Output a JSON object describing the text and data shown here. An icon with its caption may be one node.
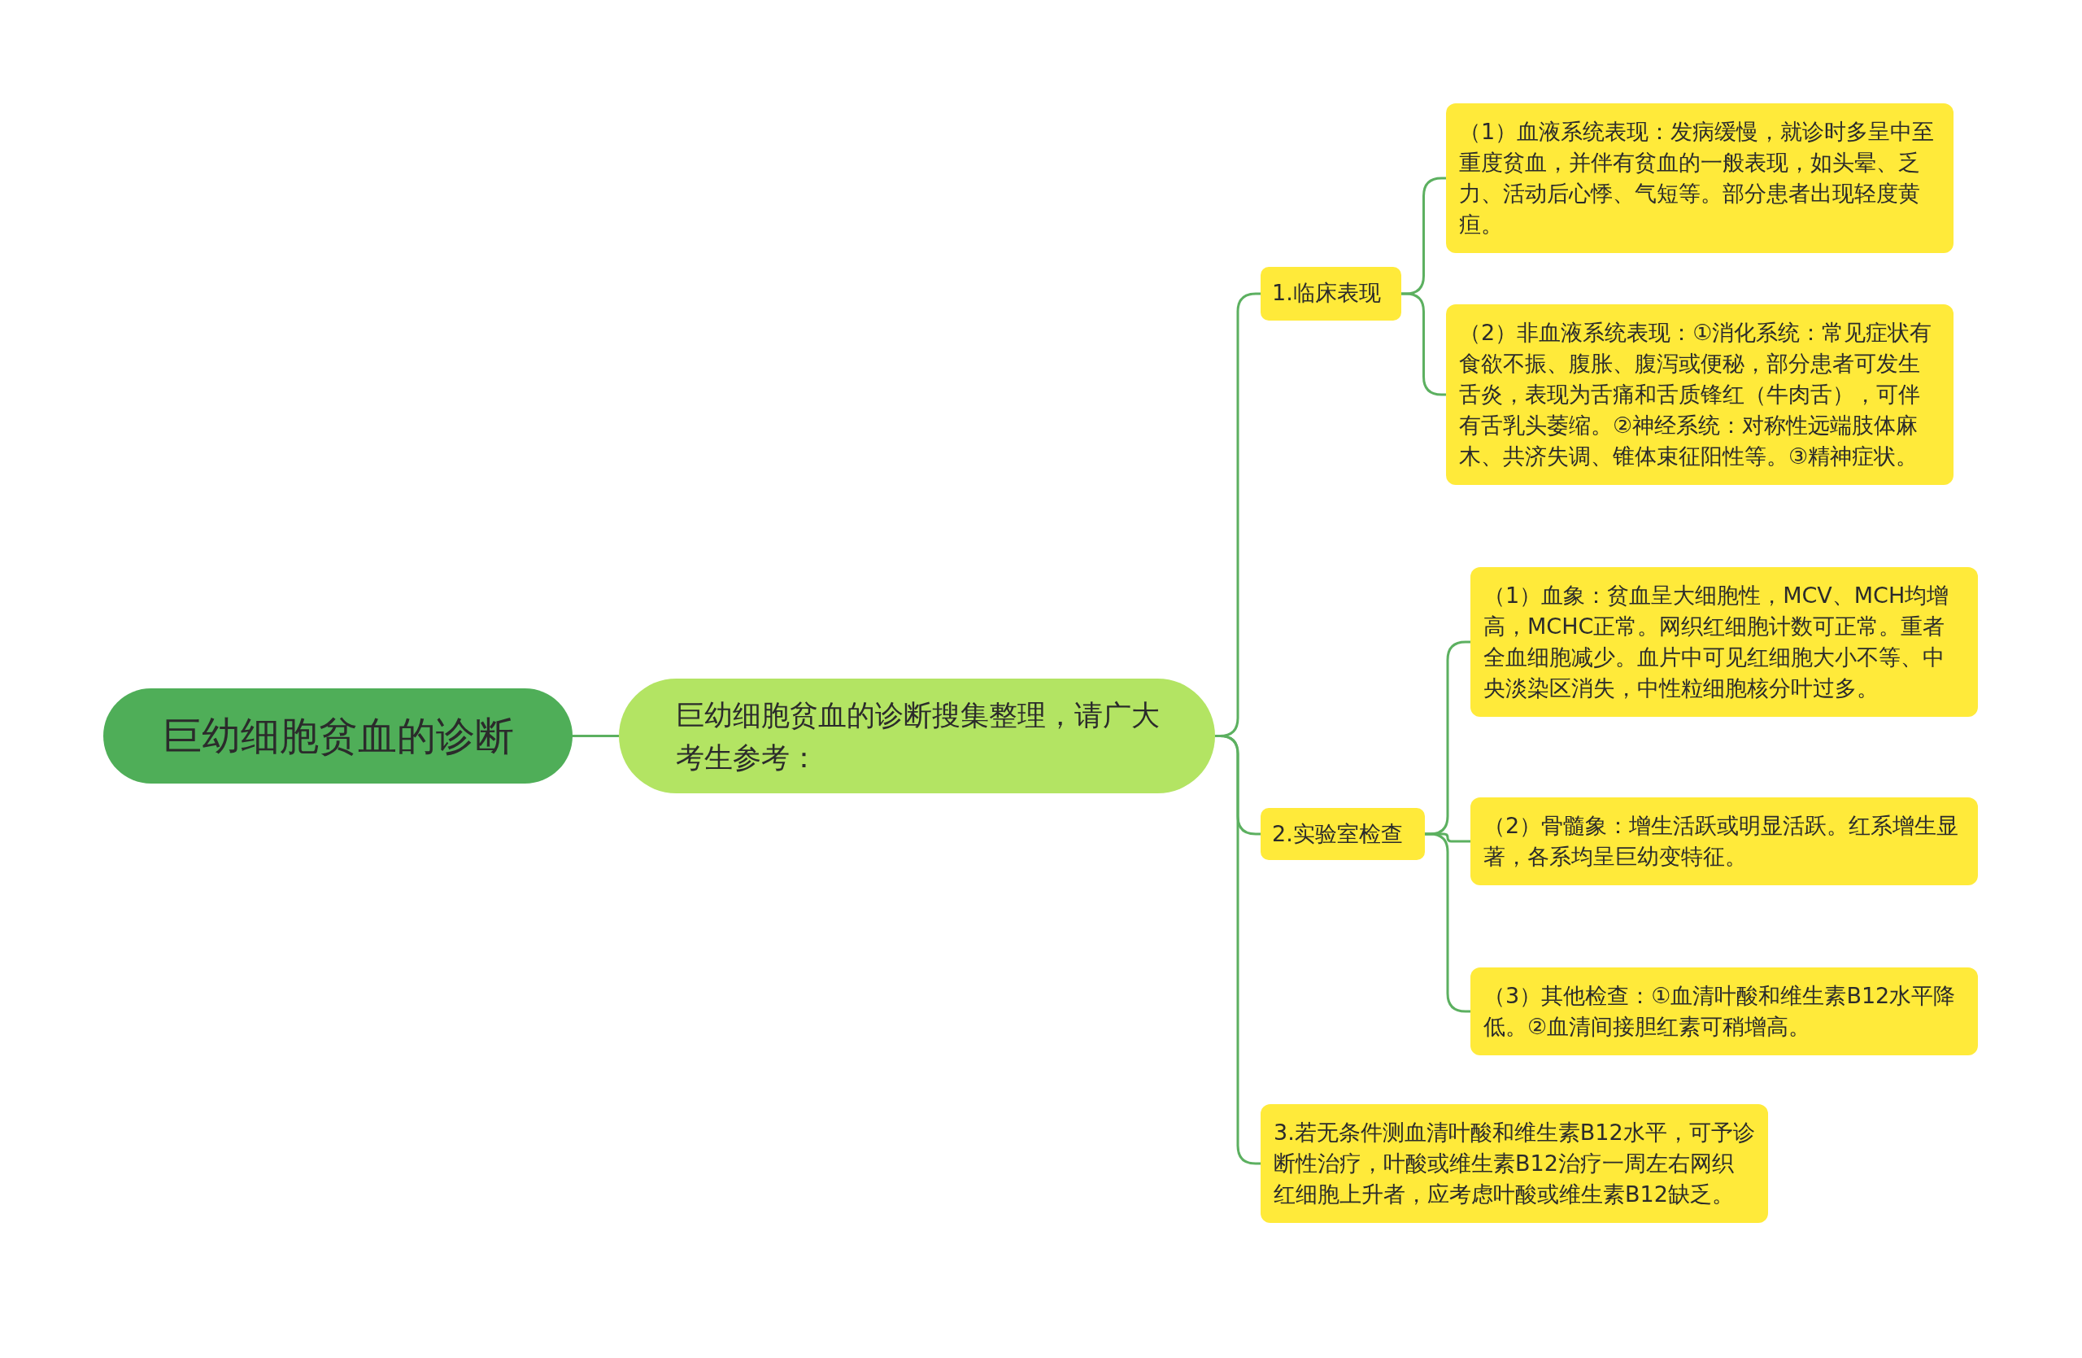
{
  "diagram": {
    "nodes": [
      {
        "text": [
          "巨幼细胞贫血的诊断"
        ]
      },
      {
        "text": [
          "巨幼细胞贫血的诊断搜集整理，请广大考生参考："
        ]
      },
      {
        "text": [
          "1.临床表现"
        ]
      },
      {
        "text": [
          "（1）血液系统表现：发病缓慢，就诊时多呈中至重度贫血，并伴有贫血的一般表现，如头晕、乏力、活动后心悸、气短等。部分患者出现轻度黄疸。"
        ]
      },
      {
        "text": [
          "（2）非血液系统表现：①消化系统：常见症状有食欲不振、腹胀、腹泻或便秘，部分患者可发生舌炎，表现为舌痛和舌质锋红（牛肉舌），可伴有舌乳头萎缩。②神经系统：对称性远端肢体麻木、共济失调、锥体束征阳性等。③精神症状。"
        ]
      },
      {
        "text": [
          "2.实验室检查"
        ]
      },
      {
        "text": [
          "（1）血象：贫血呈大细胞性，MCV、MCH均增高，MCHC正常。网织红细胞计数可正常。重者全血细胞减少。血片中可见红细胞大小不等、中央淡染区消失，中性粒细胞核分叶过多。"
        ]
      },
      {
        "text": [
          "（2）骨髓象：增生活跃或明显活跃。红系增生显著，各系均呈巨幼变特征。"
        ]
      },
      {
        "text": [
          "（3）其他检查：①血清叶酸和维生素B12水平降低。②血清间接胆红素可稍增高。"
        ]
      },
      {
        "text": [
          "3.若无条件测血清叶酸和维生素B12水平，可予诊断性治疗，叶酸或维生素B12治疗一周左右网织红细胞上升者，应考虑叶酸或维生素B12缺乏。"
        ]
      }
    ],
    "edges": [
      {
        "from": 0,
        "to": 1,
        "arrow": "none"
      },
      {
        "from": 1,
        "to": 2,
        "arrow": "none"
      },
      {
        "from": 1,
        "to": 5,
        "arrow": "none"
      },
      {
        "from": 1,
        "to": 9,
        "arrow": "none"
      },
      {
        "from": 2,
        "to": 3,
        "arrow": "none"
      },
      {
        "from": 2,
        "to": 4,
        "arrow": "none"
      },
      {
        "from": 5,
        "to": 6,
        "arrow": "none"
      },
      {
        "from": 5,
        "to": 7,
        "arrow": "none"
      },
      {
        "from": 5,
        "to": 8,
        "arrow": "none"
      }
    ]
  }
}
